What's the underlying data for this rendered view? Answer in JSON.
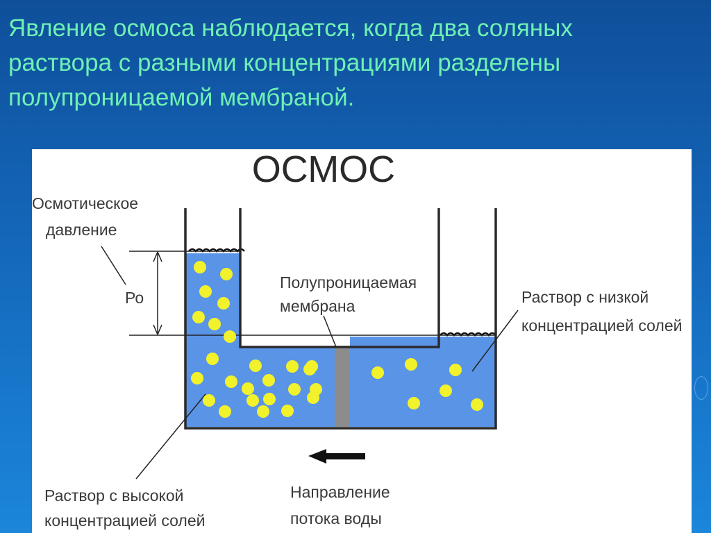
{
  "slide": {
    "text_lines": [
      "Явление осмоса наблюдается, когда два соляных",
      "раствора с разными концентрациями разделены",
      "полупроницаемой мембраной."
    ],
    "text_color": "#6ff0b4",
    "background_color": "#1467ba"
  },
  "diagram": {
    "title": "ОСМОС",
    "labels": {
      "osmotic_pressure_line1": "Осмотическое",
      "osmotic_pressure_line2": "давление",
      "po": "Ро",
      "membrane_line1": "Полупроницаемая",
      "membrane_line2": "мембрана",
      "low_conc_line1": "Раствор с низкой",
      "low_conc_line2": "концентрацией солей",
      "high_conc_line1": "Раствор с высокой",
      "high_conc_line2": "концентрацией солей",
      "flow_line1": "Направление",
      "flow_line2": "потока воды"
    },
    "colors": {
      "solution": "#5a94e6",
      "salt_particle": "#f2f22c",
      "membrane": "#8c8c8c",
      "wall": "#2a2a2a",
      "arrow": "#111111"
    },
    "salt_particle_count": {
      "high_concentration_side": 25,
      "low_concentration_side": 6
    }
  }
}
